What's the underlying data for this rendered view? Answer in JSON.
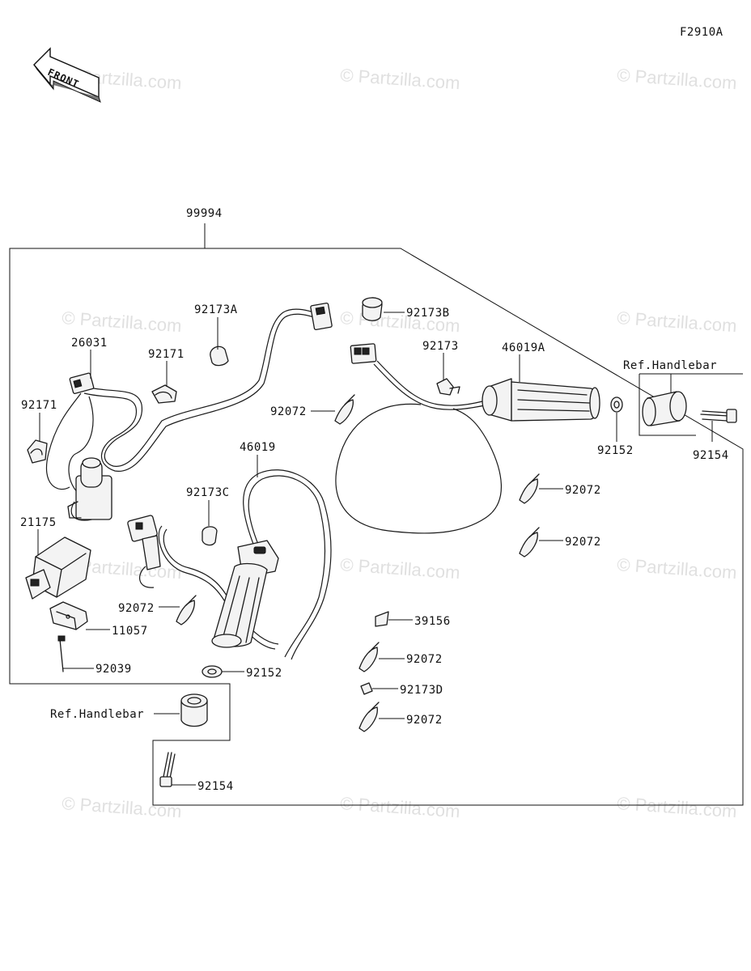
{
  "figure_code": "F2910A",
  "front_label": "FRONT",
  "watermark": "© Partzilla.com",
  "labels": {
    "p99994": "99994",
    "p92173A": "92173A",
    "p92173B": "92173B",
    "p26031": "26031",
    "p92171a": "92171",
    "p92171b": "92171",
    "p92173": "92173",
    "p46019A": "46019A",
    "ref_handlebar_right": "Ref.Handlebar",
    "p92072a": "92072",
    "p92152a": "92152",
    "p92154a": "92154",
    "p46019": "46019",
    "p92173C": "92173C",
    "p21175": "21175",
    "p92072b": "92072",
    "p92072c": "92072",
    "p92072d": "92072",
    "p11057": "11057",
    "p39156": "39156",
    "p92039": "92039",
    "p92152b": "92152",
    "p92072e": "92072",
    "p92173D": "92173D",
    "ref_handlebar_left": "Ref.Handlebar",
    "p92072f": "92072",
    "p92154b": "92154"
  }
}
